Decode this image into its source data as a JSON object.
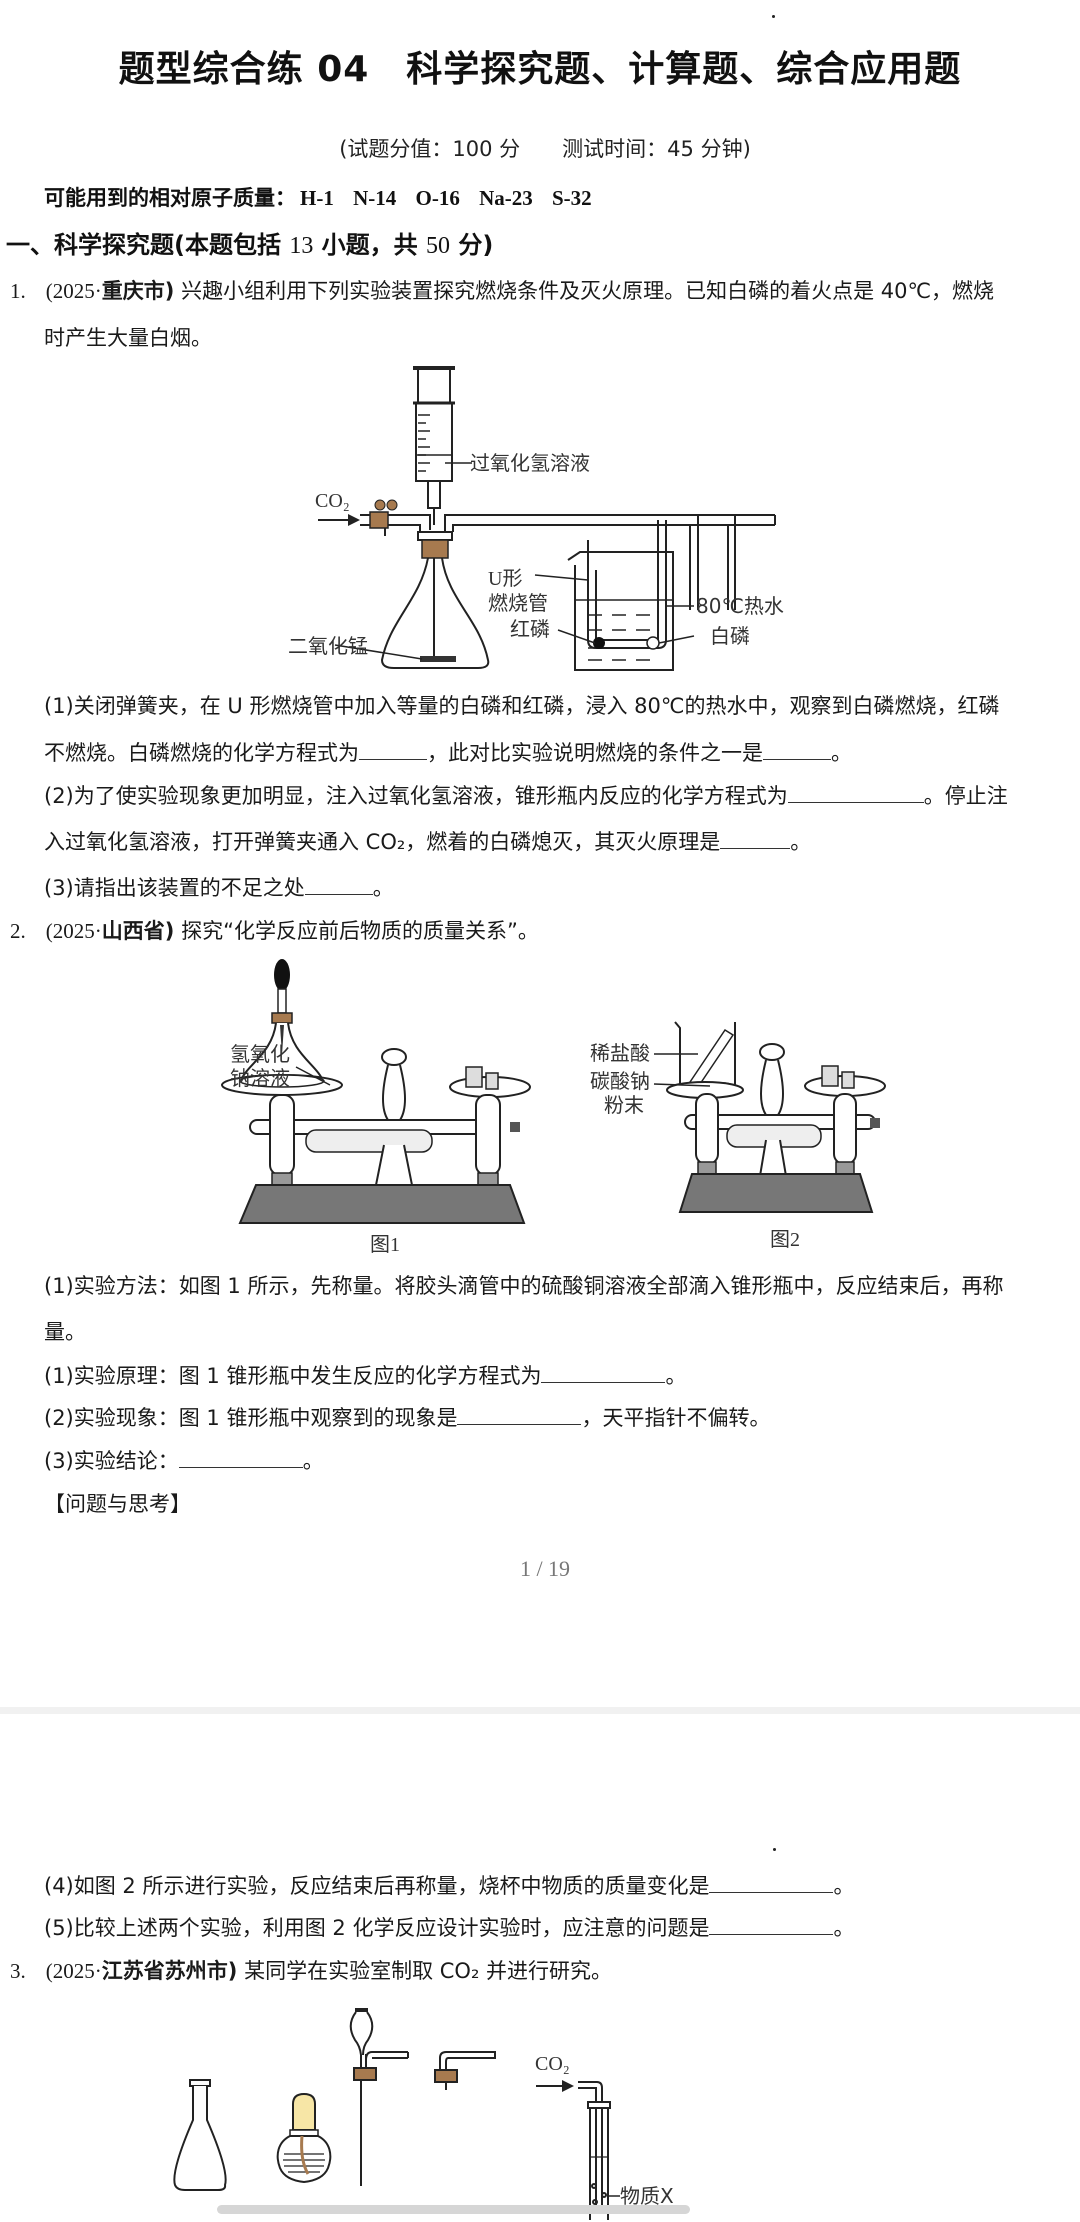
{
  "page1": {
    "title": "题型综合练 04　科学探究题、计算题、综合应用题",
    "subtitle": "(试题分值：100 分　　测试时间：45 分钟)",
    "atomic_label": "可能用到的相对原子质量：",
    "atomic_values": "H-1 N-14 O-16 Na-23 S-32",
    "section": {
      "prefix": "一、科学探究题(本题包括 ",
      "count": "13",
      "mid": " 小题，共 ",
      "score": "50",
      "suffix": " 分)"
    },
    "q1": {
      "num": "1.",
      "source_year": "(2025·",
      "source_place": "重庆市)",
      "stem_line1": "兴趣小组利用下列实验装置探究燃烧条件及灭火原理。已知白磷的着火点是 40℃，燃烧",
      "stem_line2": "时产生大量白烟。",
      "figure_labels": {
        "co2": "CO₂",
        "h2o2": "过氧化氢溶液",
        "u_tube_1": "U形",
        "u_tube_2": "燃烧管",
        "red_p": "红磷",
        "mno2": "二氧化锰",
        "hot_water": "80℃热水",
        "white_p": "白磷"
      },
      "parts": [
        {
          "l1": "(1)关闭弹簧夹，在 U 形燃烧管中加入等量的白磷和红磷，浸入 80℃的热水中，观察到白磷燃烧，红磷",
          "l2a": "不燃烧。白磷燃烧的化学方程式为",
          "l2b": "，此对比实验说明燃烧的条件之一是",
          "l2c": "。"
        },
        {
          "l1a": "(2)为了使实验现象更加明显，注入过氧化氢溶液，锥形瓶内反应的化学方程式为",
          "l1b": "。停止注",
          "l2a": "入过氧化氢溶液，打开弹簧夹通入 CO₂，燃着的白磷熄灭，其灭火原理是",
          "l2b": "。"
        },
        {
          "a": "(3)请指出该装置的不足之处",
          "b": "。"
        }
      ]
    },
    "q2": {
      "num": "2.",
      "source_year": "(2025·",
      "source_place": "山西省)",
      "stem": "探究“化学反应前后物质的质量关系”。",
      "fig1_label_1": "氢氧化",
      "fig1_label_2": "钠溶液",
      "fig1_caption": "图1",
      "fig2_label_1": "稀盐酸",
      "fig2_label_2": "碳酸钠",
      "fig2_label_3": "粉末",
      "fig2_caption": "图2",
      "method_l1": "(1)实验方法：如图 1 所示，先称量。将胶头滴管中的硫酸铜溶液全部滴入锥形瓶中，反应结束后，再称",
      "method_l2": "量。",
      "principle": "(1)实验原理：图 1 锥形瓶中发生反应的化学方程式为",
      "principle_end": "。",
      "phenomenon_a": "(2)实验现象：图 1 锥形瓶中观察到的现象是",
      "phenomenon_b": "，天平指针不偏转。",
      "conclusion": "(3)实验结论：",
      "conclusion_end": "。",
      "think": "【问题与思考】"
    },
    "page_number": "1 / 19"
  },
  "page2": {
    "q2_cont": {
      "p4a": "(4)如图 2 所示进行实验，反应结束后再称量，烧杯中物质的质量变化是",
      "p4b": "。",
      "p5a": "(5)比较上述两个实验，利用图 2 化学反应设计实验时，应注意的问题是",
      "p5b": "。"
    },
    "q3": {
      "num": "3.",
      "source_year": "(2025·",
      "source_place": "江苏省苏州市)",
      "stem": "某同学在实验室制取 CO₂ 并进行研究。",
      "fig_co2": "CO₂",
      "fig_substance": "物质X"
    }
  },
  "colors": {
    "text": "#111111",
    "page_number": "#777777",
    "separator": "#f1f1f1",
    "cork": "#a77a4f",
    "lamp_cap": "#f7e6a6",
    "scrollbar": "#d6d6d6"
  }
}
